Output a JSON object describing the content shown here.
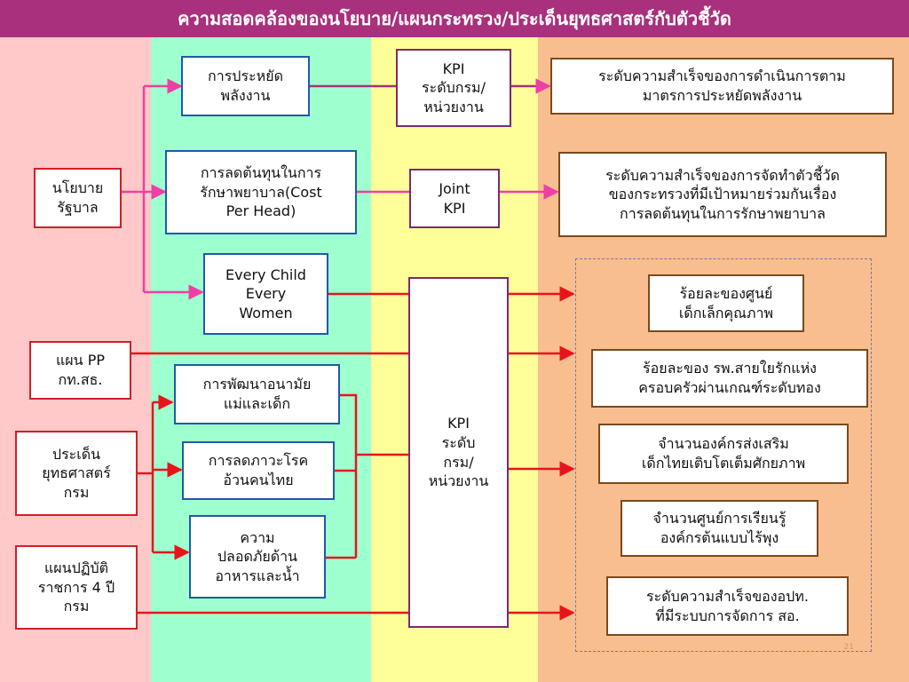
{
  "title": "ความสอดคล้องของนโยบาย/แผนกระทรวง/ประเด็นยุทธศาสตร์กับตัวชี้วัด",
  "colors": {
    "band1": "#ffc9c9",
    "band2": "#9effcf",
    "band3": "#ffff99",
    "band4": "#f8be8f",
    "title_bg": "#a8307c",
    "arrow_red": "#e8141c",
    "arrow_pink": "#ee3fa6",
    "line_purple": "#a8307c"
  },
  "sources": {
    "gov_policy": "นโยบาย\nรัฐบาล",
    "pp_plan": "แผน PP\nกท.สธ.",
    "strategy": "ประเด็น\nยุทธศาสตร์\nกรม",
    "gov_plan": "แผนปฏิบัติ\nราชการ 4 ปี\nกรม"
  },
  "topics": {
    "energy": "การประหยัด\nพลังงาน",
    "cost": "การลดต้นทุนในการ\nรักษาพยาบาล(Cost\nPer Head)",
    "every_child": "Every Child\nEvery\nWomen",
    "maternal": "การพัฒนาอนามัย\nแม่และเด็ก",
    "obesity": "การลดภาวะโรค\nอ้วนคนไทย",
    "food_safety": "ความ\nปลอดภัยด้าน\nอาหารและน้ำ"
  },
  "kpi_types": {
    "kpi_top": "KPI\nระดับกรม/\nหน่วยงาน",
    "joint": "Joint\nKPI",
    "kpi_main": "KPI\nระดับ\nกรม/\nหน่วยงาน"
  },
  "indicators": {
    "energy_result": "ระดับความสำเร็จของการดำเนินการตาม\nมาตรการประหยัดพลังงาน",
    "cost_result": "ระดับความสำเร็จของการจัดทำตัวชี้วัด\nของกระทรวงที่มีเป้าหมายร่วมกันเรื่อง\nการลดต้นทุนในการรักษาพยาบาล",
    "childcare": "ร้อยละของศูนย์\nเด็กเล็กคุณภาพ",
    "hospital": "ร้อยละของ รพ.สายใยรักแห่ง\nครอบครัวผ่านเกณฑ์ระดับทอง",
    "orgs": "จำนวนองค์กรส่งเสริม\nเด็กไทยเติบโตเต็มศักยภาพ",
    "learning": "จำนวนศูนย์การเรียนรู้\nองค์กรต้นแบบไร้พุง",
    "local_admin": "ระดับความสำเร็จของอปท.\nที่มีระบบการจัดการ สอ."
  },
  "page_number": "21"
}
